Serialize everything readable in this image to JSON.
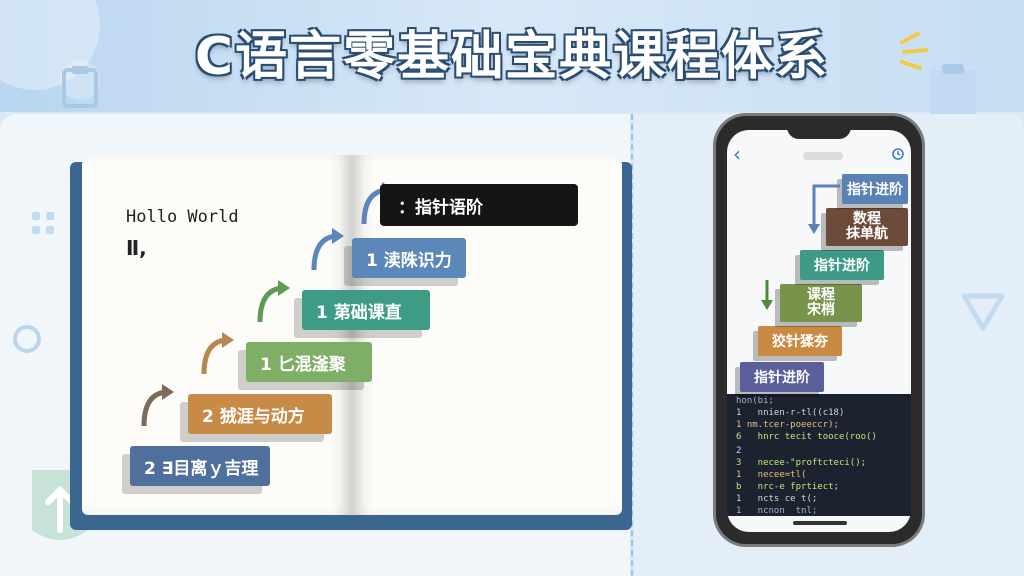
{
  "header": {
    "title": "C语言零基础宝典课程体系"
  },
  "book": {
    "code_text": "Hollo World",
    "cursor": "Ⅱ,",
    "steps": [
      {
        "label": "2 ∃目离ｙ吉理",
        "color": "#4f6f9d"
      },
      {
        "label": "2 狨涯与动方",
        "color": "#c78a47"
      },
      {
        "label": "1 匕混滏聚",
        "color": "#7fae66"
      },
      {
        "label": "1 苐础课直",
        "color": "#3d9b86"
      },
      {
        "label": "1 渎陎识力",
        "color": "#5b87b9"
      }
    ],
    "top_tag": "：指针语阶"
  },
  "phone": {
    "back_icon": "‹",
    "steps": [
      {
        "label": "指针进阶",
        "color": "#5a5f9a"
      },
      {
        "label": "狡针猱夯",
        "color": "#c98a43"
      },
      {
        "label": "课程\n宋梢",
        "color": "#77944a"
      },
      {
        "label": "指针进阶",
        "color": "#3c9a86"
      },
      {
        "label": "数程\n抹单航",
        "color": "#6d4b3b"
      },
      {
        "label": "指针进阶",
        "color": "#5a81b4"
      }
    ],
    "code_lines": [
      "hon(bi;",
      "1   nnien-r-tl((c18)",
      "1 nm.tcer-poeeccr);",
      "6   hnrc tecit tooce(roo()",
      "2",
      "3   necee-\"proftcteci();",
      "1   necee=tl(",
      "b   nrc-e fprtiect;",
      "1   ncts ce t(;",
      "1   ncnon  tnl;"
    ]
  },
  "colors": {
    "accent": "#3b6690",
    "banner": "#c6def3"
  }
}
